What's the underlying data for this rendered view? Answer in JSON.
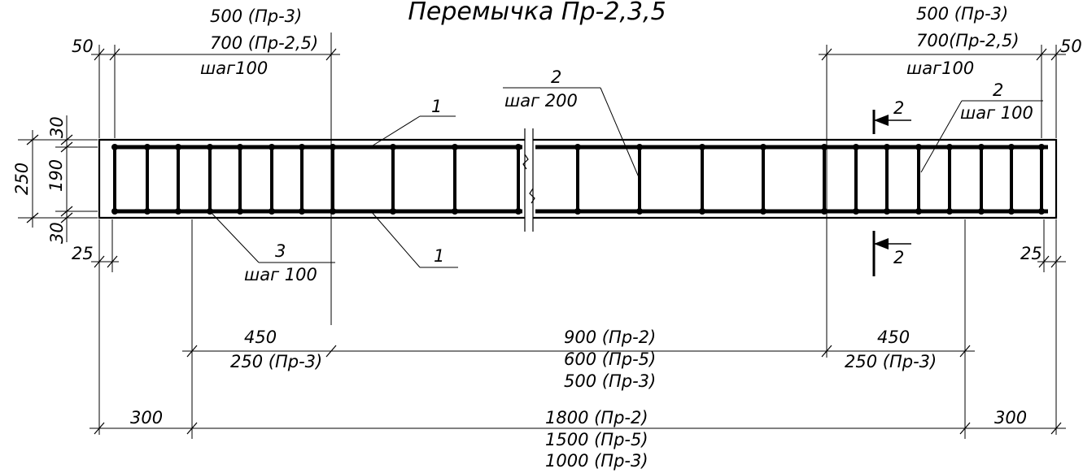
{
  "title": "Перемычка   Пр-2,3,5",
  "top_left": {
    "dim_50": "50",
    "line1": "500   (Пр-3)",
    "line2": "700 (Пр-2,5)",
    "line3": "шаг100"
  },
  "top_right": {
    "dim_50": "50",
    "line1": "500 (Пр-3)",
    "line2": "700(Пр-2,5)",
    "line3": "шаг100"
  },
  "left_dims": {
    "d30_top": "30",
    "d250": "250",
    "d190": "190",
    "d30_bottom": "30",
    "d25": "25"
  },
  "right_dims": {
    "d25": "25"
  },
  "callouts": {
    "c1_top": "1",
    "c1_bottom": "1",
    "c2_mid_num": "2",
    "c2_mid_step": "шаг 200",
    "c2_right_num": "2",
    "c2_right_step": "шаг  100",
    "c3_num": "3",
    "c3_step": "шаг  100"
  },
  "section": {
    "top": "2",
    "bottom": "2"
  },
  "mid_dims": {
    "left_a": "450",
    "left_b": "250 (Пр-3)",
    "center_a": "900  (Пр-2)",
    "center_b": "600  (Пр-5)",
    "center_c": "500  (Пр-3)",
    "right_a": "450",
    "right_b": "250 (Пр-3)"
  },
  "bottom_dims": {
    "left": "300",
    "right": "300",
    "center_a": "1800   (Пр-2)",
    "center_b": "1500   (Пр-5)",
    "center_c": "1000   (Пр-3)"
  }
}
